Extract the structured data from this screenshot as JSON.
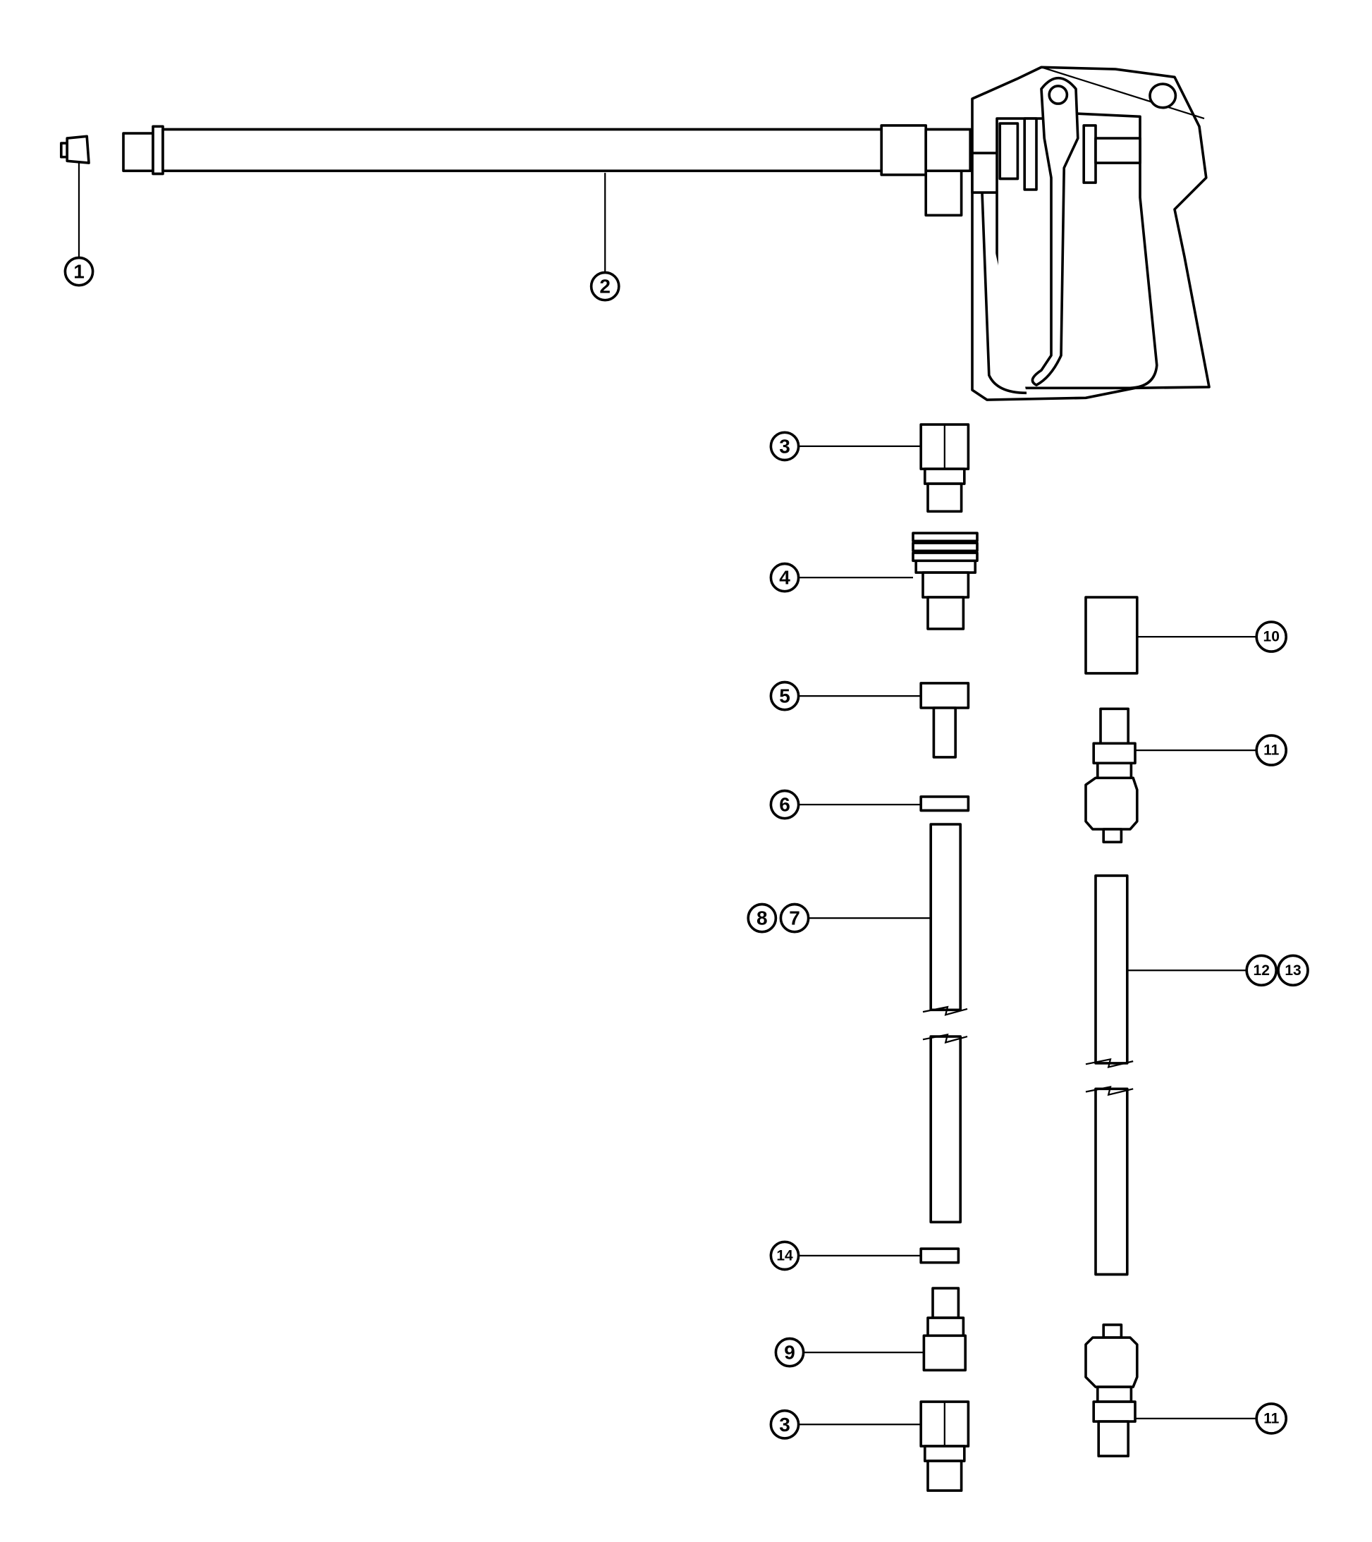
{
  "callouts": {
    "c1": "1",
    "c2": "2",
    "c3a": "3",
    "c4": "4",
    "c5": "5",
    "c6": "6",
    "c8": "8",
    "c7": "7",
    "c14": "14",
    "c9": "9",
    "c3b": "3",
    "c10": "10",
    "c11a": "11",
    "c12": "12",
    "c13": "13",
    "c11b": "11"
  },
  "colors": {
    "line": "#000000",
    "background": "#ffffff"
  }
}
